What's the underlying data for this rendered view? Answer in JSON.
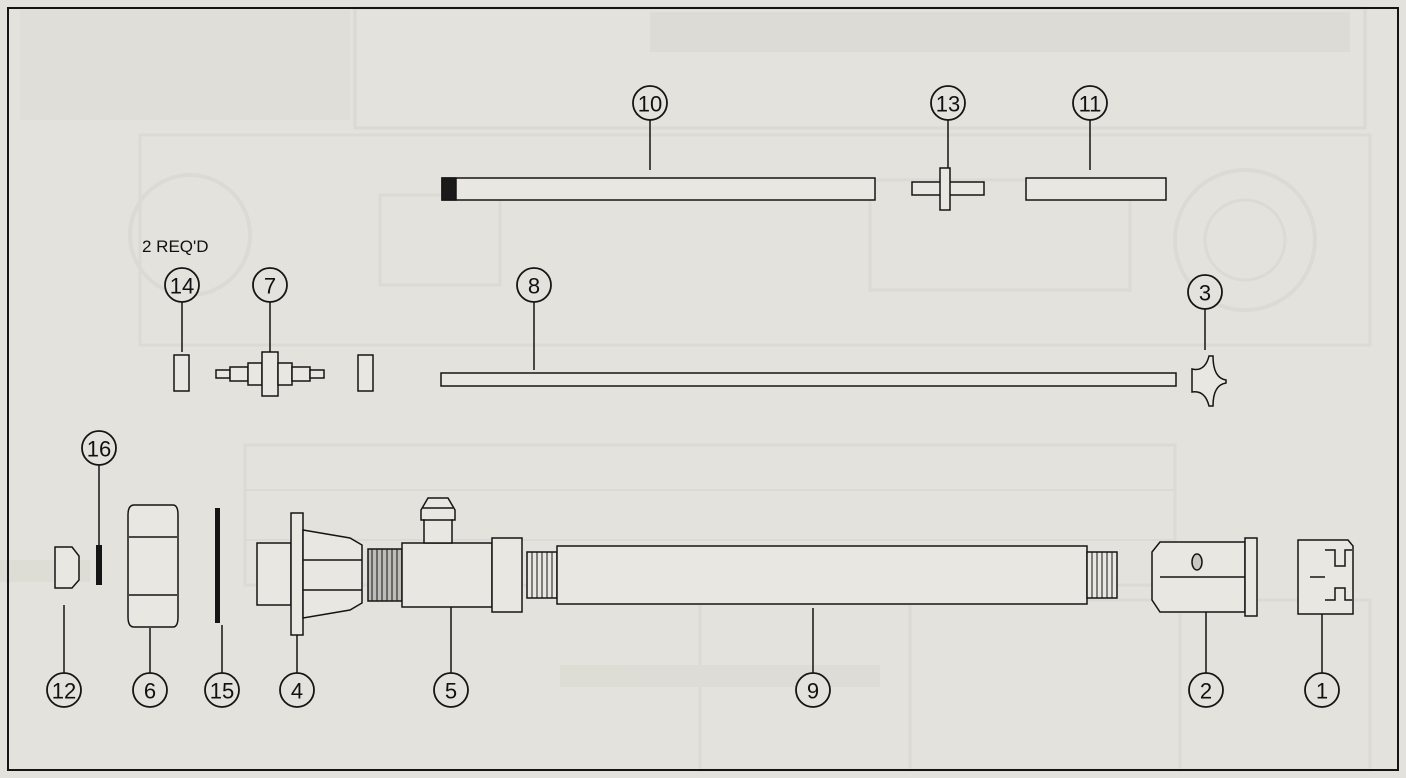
{
  "colors": {
    "background": "#e3e2dc",
    "ink": "#151515",
    "faded_print": "#cfcec8"
  },
  "note": "2 REQ'D",
  "callouts": {
    "c1": "1",
    "c2": "2",
    "c3": "3",
    "c4": "4",
    "c5": "5",
    "c6": "6",
    "c7": "7",
    "c8": "8",
    "c9": "9",
    "c10": "10",
    "c11": "11",
    "c12": "12",
    "c13": "13",
    "c14": "14",
    "c15": "15",
    "c16": "16"
  }
}
